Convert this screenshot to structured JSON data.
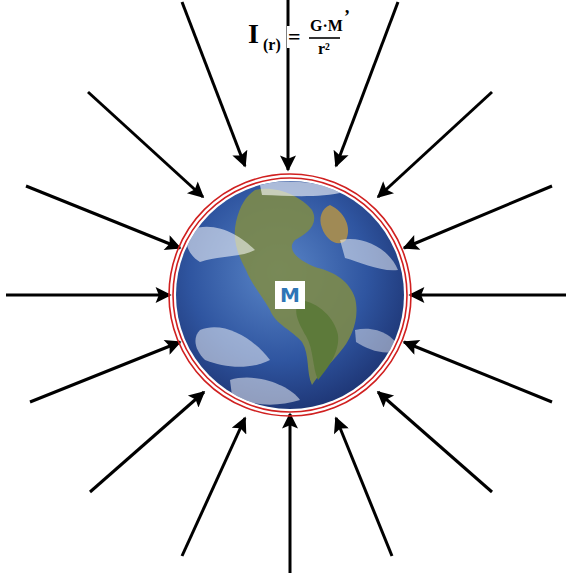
{
  "diagram": {
    "nodes": [
      {
        "text": [
          "M"
        ]
      }
    ],
    "labels": [
      "I",
      "(r)",
      "=",
      "G·M",
      "r²",
      "’"
    ]
  }
}
